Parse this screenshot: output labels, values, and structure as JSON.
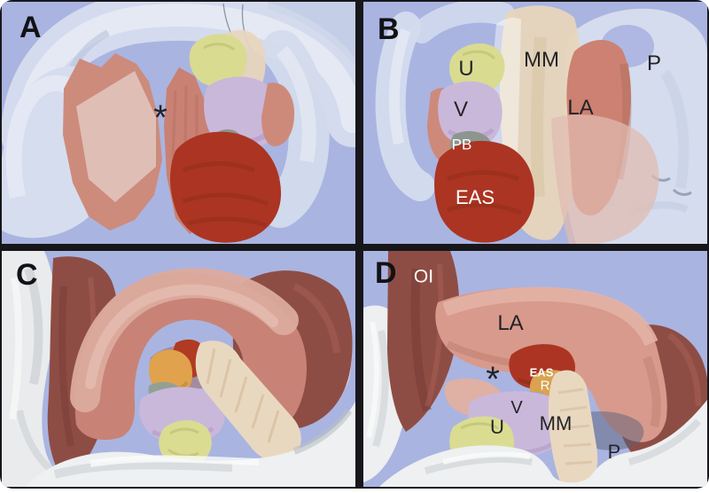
{
  "figure": {
    "description": "Four-panel 3D reconstruction of female pelvic floor anatomy",
    "page_background": "#ffffff",
    "frame_color": "#17171b",
    "canvas_color": "#aab4e1"
  },
  "structure_colors": {
    "pelvic_bone_translucent": "#d6ddee",
    "pelvic_bone_white": "#eceeef",
    "levator_ani_LA": "#d0907f",
    "levator_ani_light": "#dfb0a4",
    "obturator_internus_OI": "#8e4d44",
    "membrane_MM": "#e8d6bb",
    "external_anal_sphincter_EAS": "#ab3522",
    "urethra_U": "#d9db91",
    "vagina_V": "#cab8da",
    "perineal_body_PB": "#8c968e",
    "rectum_R": "#d9a351",
    "label_dark": "#232327",
    "label_light": "#ffffff"
  },
  "panels": {
    "a": {
      "letter": "A",
      "ann": {
        "asterisk": "*"
      }
    },
    "b": {
      "letter": "B",
      "ann": {
        "u": "U",
        "mm": "MM",
        "p": "P",
        "v": "V",
        "la": "LA",
        "pb": "PB",
        "eas": "EAS"
      }
    },
    "c": {
      "letter": "C"
    },
    "d": {
      "letter": "D",
      "ann": {
        "oi": "OI",
        "la": "LA",
        "asterisk": "*",
        "eas": "EAS",
        "r": "R",
        "v": "V",
        "u": "U",
        "mm": "MM",
        "p": "P"
      }
    }
  }
}
